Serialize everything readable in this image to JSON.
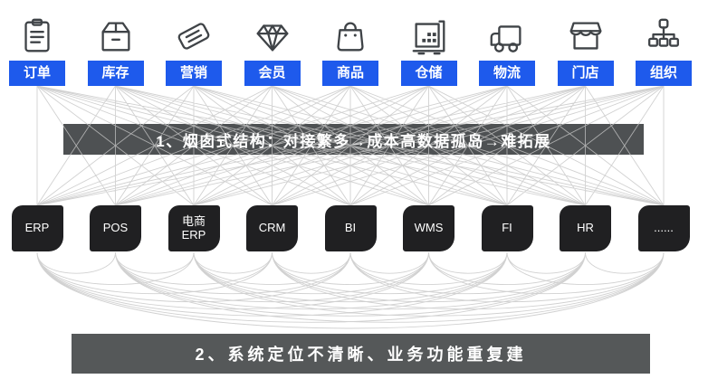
{
  "theme": {
    "accent_blue": "#1e5aec",
    "banner_dark_1": "#4e5153",
    "banner_dark_2": "#555859",
    "box_dark": "#202022",
    "line_gray": "#c6c6c6",
    "icon_gray": "#3f4347",
    "text_on_dark": "#ffffff"
  },
  "top_modules": [
    {
      "label": "订单",
      "icon": "clipboard-icon"
    },
    {
      "label": "库存",
      "icon": "package-icon"
    },
    {
      "label": "营销",
      "icon": "ticket-icon"
    },
    {
      "label": "会员",
      "icon": "diamond-icon"
    },
    {
      "label": "商品",
      "icon": "shopping-bag-icon"
    },
    {
      "label": "仓储",
      "icon": "warehouse-cart-icon"
    },
    {
      "label": "物流",
      "icon": "truck-icon"
    },
    {
      "label": "门店",
      "icon": "storefront-icon"
    },
    {
      "label": "组织",
      "icon": "org-chart-icon"
    }
  ],
  "systems": [
    {
      "label": "ERP"
    },
    {
      "label": "POS"
    },
    {
      "label": "电商\nERP"
    },
    {
      "label": "CRM"
    },
    {
      "label": "BI"
    },
    {
      "label": "WMS"
    },
    {
      "label": "FI"
    },
    {
      "label": "HR"
    },
    {
      "label": "......"
    }
  ],
  "banners": [
    {
      "text": "1、烟囱式结构：对接繁多→成本高数据孤岛→难拓展"
    },
    {
      "text": "2、系统定位不清晰、业务功能重复建"
    }
  ]
}
